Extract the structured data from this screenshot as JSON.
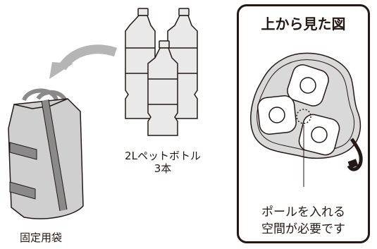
{
  "bottles_label": {
    "line1": "2Lペットボトル",
    "line2": "3本"
  },
  "bag_label": "固定用袋",
  "top_view": {
    "title": "上から見た図",
    "caption_line1": "ポールを入れる",
    "caption_line2": "空間が必要です"
  },
  "colors": {
    "outline": "#231815",
    "bottle_fill": "#e9e9e9",
    "bag_fill": "#cfcfcf",
    "strap": "#8a8a8a",
    "arrow": "#b5b5b5",
    "panel_bag": "#d9d9d9"
  }
}
